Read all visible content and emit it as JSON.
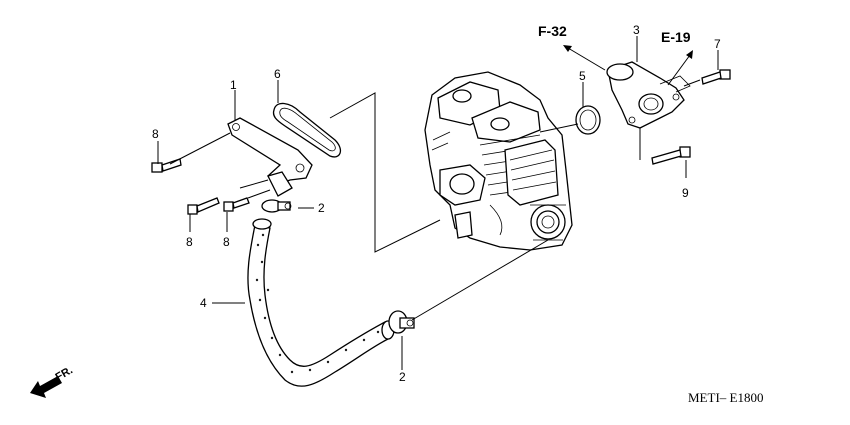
{
  "diagram": {
    "callouts": [
      "1",
      "2",
      "2",
      "3",
      "4",
      "5",
      "6",
      "7",
      "8",
      "8",
      "8",
      "9"
    ],
    "refs": [
      "F-32",
      "E-19"
    ],
    "direction_label": "FR.",
    "drawing_code": "METI– E1800"
  }
}
